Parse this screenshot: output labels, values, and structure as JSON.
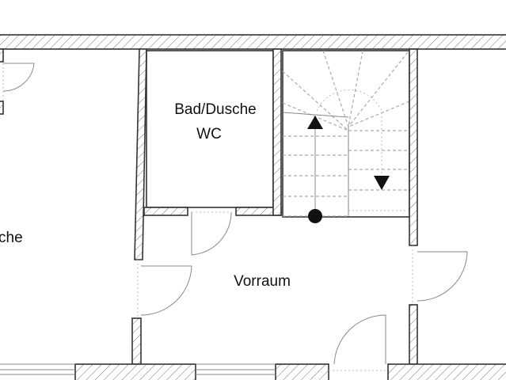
{
  "rooms": {
    "bath_line1": "Bad/Dusche",
    "bath_line2": "WC",
    "hall": "Vorraum",
    "left_room_partial": "che"
  },
  "colors": {
    "wall_outline": "#333333",
    "hatch": "#777777",
    "text": "#111111"
  }
}
